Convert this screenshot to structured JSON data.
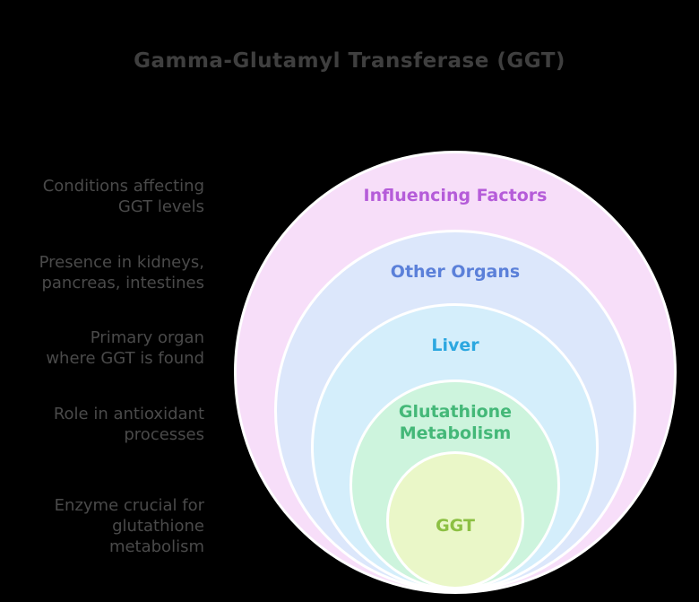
{
  "canvas": {
    "background": "#000000",
    "ring_border_color": "#ffffff",
    "side_label_color": "#4a4a4a"
  },
  "title": {
    "text": "Gamma-Glutamyl Transferase (GGT)",
    "color": "#3f3f3f"
  },
  "rings": [
    {
      "label": "Influencing Factors",
      "lines": [
        "Influencing Factors"
      ],
      "fill": "#f7def9",
      "text_color": "#b55cd9"
    },
    {
      "label": "Other Organs",
      "lines": [
        "Other Organs"
      ],
      "fill": "#dce7fb",
      "text_color": "#5b80d9"
    },
    {
      "label": "Liver",
      "lines": [
        "Liver"
      ],
      "fill": "#d4eefb",
      "text_color": "#2ca7e0"
    },
    {
      "label": "Glutathione Metabolism",
      "lines": [
        "Glutathione",
        "Metabolism"
      ],
      "fill": "#cdf4dd",
      "text_color": "#44b878"
    },
    {
      "label": "GGT",
      "lines": [
        "GGT"
      ],
      "fill": "#eaf7c8",
      "text_color": "#8cc043"
    }
  ],
  "side_labels": [
    {
      "lines": [
        "Conditions affecting",
        "GGT levels"
      ]
    },
    {
      "lines": [
        "Presence in kidneys,",
        "pancreas, intestines"
      ]
    },
    {
      "lines": [
        "Primary organ",
        "where GGT is found"
      ]
    },
    {
      "lines": [
        "Role in antioxidant",
        "processes"
      ]
    },
    {
      "lines": [
        "Enzyme crucial for",
        "glutathione",
        "metabolism"
      ]
    }
  ]
}
